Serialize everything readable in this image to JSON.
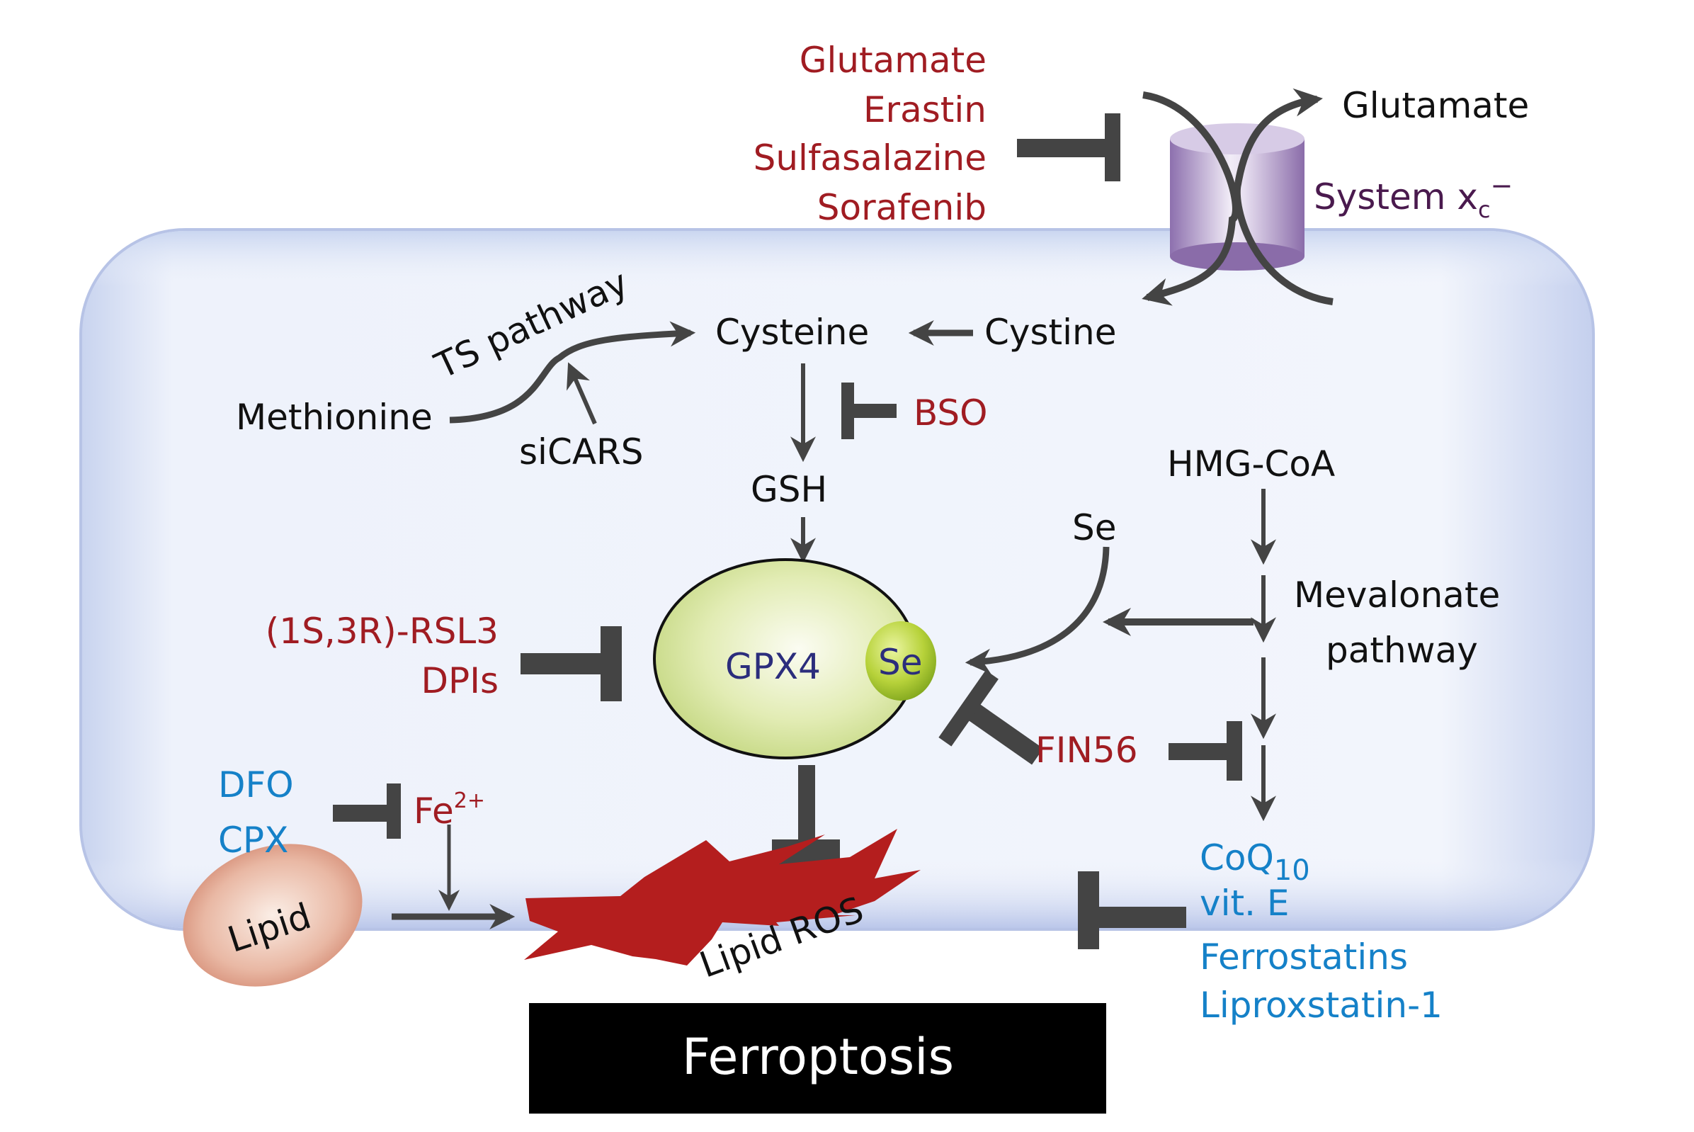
{
  "title": "Ferroptosis",
  "colors": {
    "inhibitor_red": "#a01c22",
    "protective_blue": "#1581c8",
    "transporter_purple": "#4a1a4e",
    "enzyme_navy": "#2b2d7c",
    "arrow_gray": "#444444",
    "cell_fill": "#eef2fb",
    "lipid_ros_red": "#b41e1e",
    "gpx4_green": "#d4e39a"
  },
  "extracellular": {
    "inhibitors": [
      "Glutamate",
      "Erastin",
      "Sulfasalazine",
      "Sorafenib"
    ],
    "glutamate_out": "Glutamate",
    "transporter_label": "System x",
    "transporter_subscript": "c",
    "transporter_superscript": "−"
  },
  "intracellular": {
    "ts_pathway": "TS pathway",
    "methionine": "Methionine",
    "sicars": "siCARS",
    "cysteine": "Cysteine",
    "cystine": "Cystine",
    "bso": "BSO",
    "gsh": "GSH",
    "hmg_coa": "HMG-CoA",
    "se_free": "Se",
    "mevalonate_line1": "Mevalonate",
    "mevalonate_line2": "pathway",
    "gpx4": "GPX4",
    "gpx4_se": "Se",
    "rsl3": "(1S,3R)-RSL3",
    "dpis": "DPIs",
    "fin56": "FIN56",
    "dfo": "DFO",
    "cpx": "CPX",
    "fe": "Fe",
    "fe_charge": "2+",
    "coq": "CoQ",
    "coq_subscript": "10",
    "vit_e": "vit. E",
    "lipid": "Lipid",
    "lipid_ros": "Lipid ROS"
  },
  "outside_bottom": {
    "ferrostatins": "Ferrostatins",
    "liproxstatin": "Liproxstatin-1"
  },
  "outcome": {
    "label": "Ferroptosis"
  }
}
